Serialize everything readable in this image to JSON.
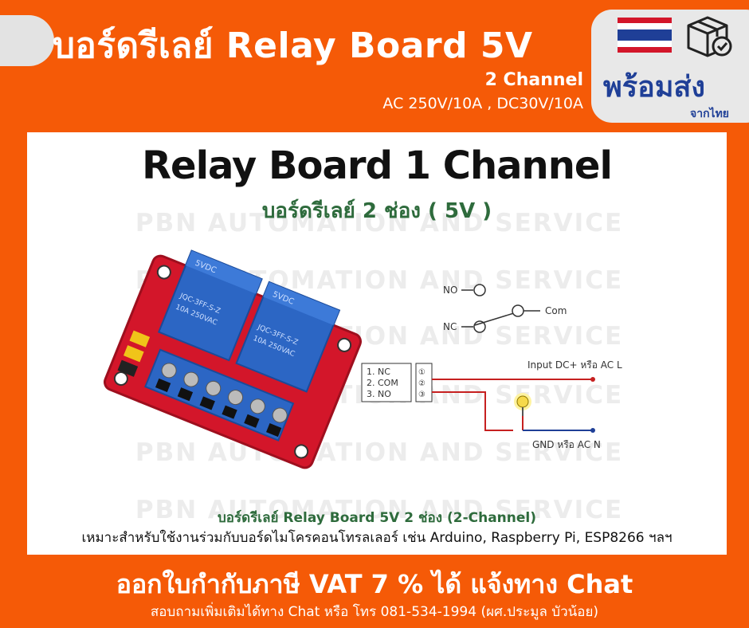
{
  "header": {
    "title": "บอร์ดรีเลย์ Relay Board 5V",
    "channel": "2 Channel",
    "rating": "AC 250V/10A , DC30V/10A"
  },
  "badge": {
    "ready": "พร้อมส่ง",
    "from": "จากไทย",
    "flag_icon": "thailand-flag-icon",
    "box_icon": "package-check-icon"
  },
  "panel": {
    "title": "Relay Board 1 Channel",
    "subtitle": "บอร์ดรีเลย์ 2 ช่อง ( 5V )",
    "watermark": "PBN AUTOMATION AND SERVICE",
    "relay_label": "5VDC",
    "relay_model": "JQC-3FF-S-Z",
    "relay_rating": "10A 250VAC",
    "diagram": {
      "no": "NO",
      "nc": "NC",
      "com": "Com",
      "pins": [
        "1. NC",
        "2. COM",
        "3. NO"
      ],
      "terminals": [
        "①",
        "②",
        "③"
      ],
      "input": "Input DC+ หรือ AC L",
      "gnd": "GND หรือ AC N"
    },
    "caption_title": "บอร์ดรีเลย์ Relay Board 5V  2 ช่อง (2-Channel)",
    "caption_text": "เหมาะสำหรับใช้งานร่วมกับบอร์ดไมโครคอนโทรลเลอร์ เช่น Arduino, Raspberry Pi, ESP8266 ฯลฯ"
  },
  "footer": {
    "vat": "ออกใบกำกับภาษี VAT 7 % ได้ แจ้งทาง Chat",
    "contact": "สอบถามเพิ่มเติมได้ทาง Chat หรือ โทร 081-534-1994 (ผศ.ประมูล บัวน้อย)"
  },
  "colors": {
    "background": "#f55a07",
    "brand_blue": "#1f3f97",
    "caption_green": "#2e6b3c",
    "pcb_red": "#d3162a",
    "relay_blue": "#2c66c4"
  }
}
